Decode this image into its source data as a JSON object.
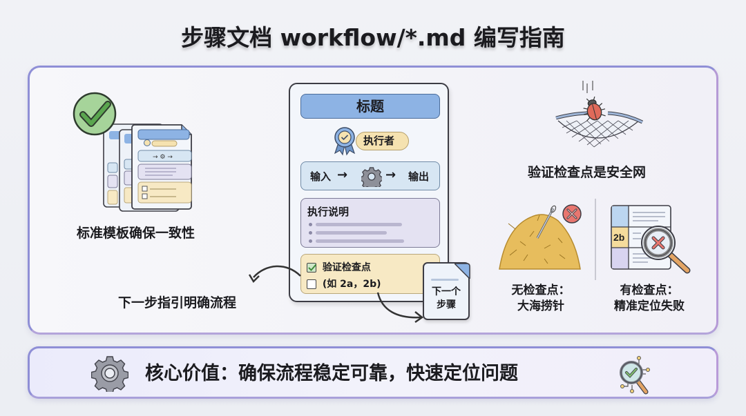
{
  "title": "步骤文档 workflow/*.md 编写指南",
  "left_section": {
    "icon": "stacked-template-documents-with-check",
    "caption": "标准模板确保一致性"
  },
  "template_card": {
    "title": "标题",
    "executor_label": "执行者",
    "io": {
      "input": "输入",
      "arrow": "→",
      "output": "输出"
    },
    "description_title": "执行说明",
    "checkpoint_checked": "验证检查点",
    "checkpoint_example": "(如 2a，2b)",
    "next_step_card": [
      "下一个",
      "步骤"
    ]
  },
  "next_step_caption": "下一步指引明确流程",
  "right_section": {
    "safety_net_caption": "验证检查点是安全网",
    "no_checkpoint": {
      "line1": "无检查点：",
      "line2": "大海捞针"
    },
    "with_checkpoint": {
      "line1": "有检查点：",
      "line2": "精准定位失败",
      "row_label": "2b"
    }
  },
  "bottom_banner": {
    "text": "核心价值：确保流程稳定可靠，快速定位问题"
  },
  "colors": {
    "panel_border": "#8f8fd6",
    "title_bar": "#8db3e4",
    "executor_pill": "#f5e2b0",
    "io_box": "#d7e6f3",
    "desc_box": "#e4e2f2",
    "checkpoint_box": "#f7e9c4",
    "check_green": "#5aa64f",
    "error_red": "#e06a66"
  }
}
